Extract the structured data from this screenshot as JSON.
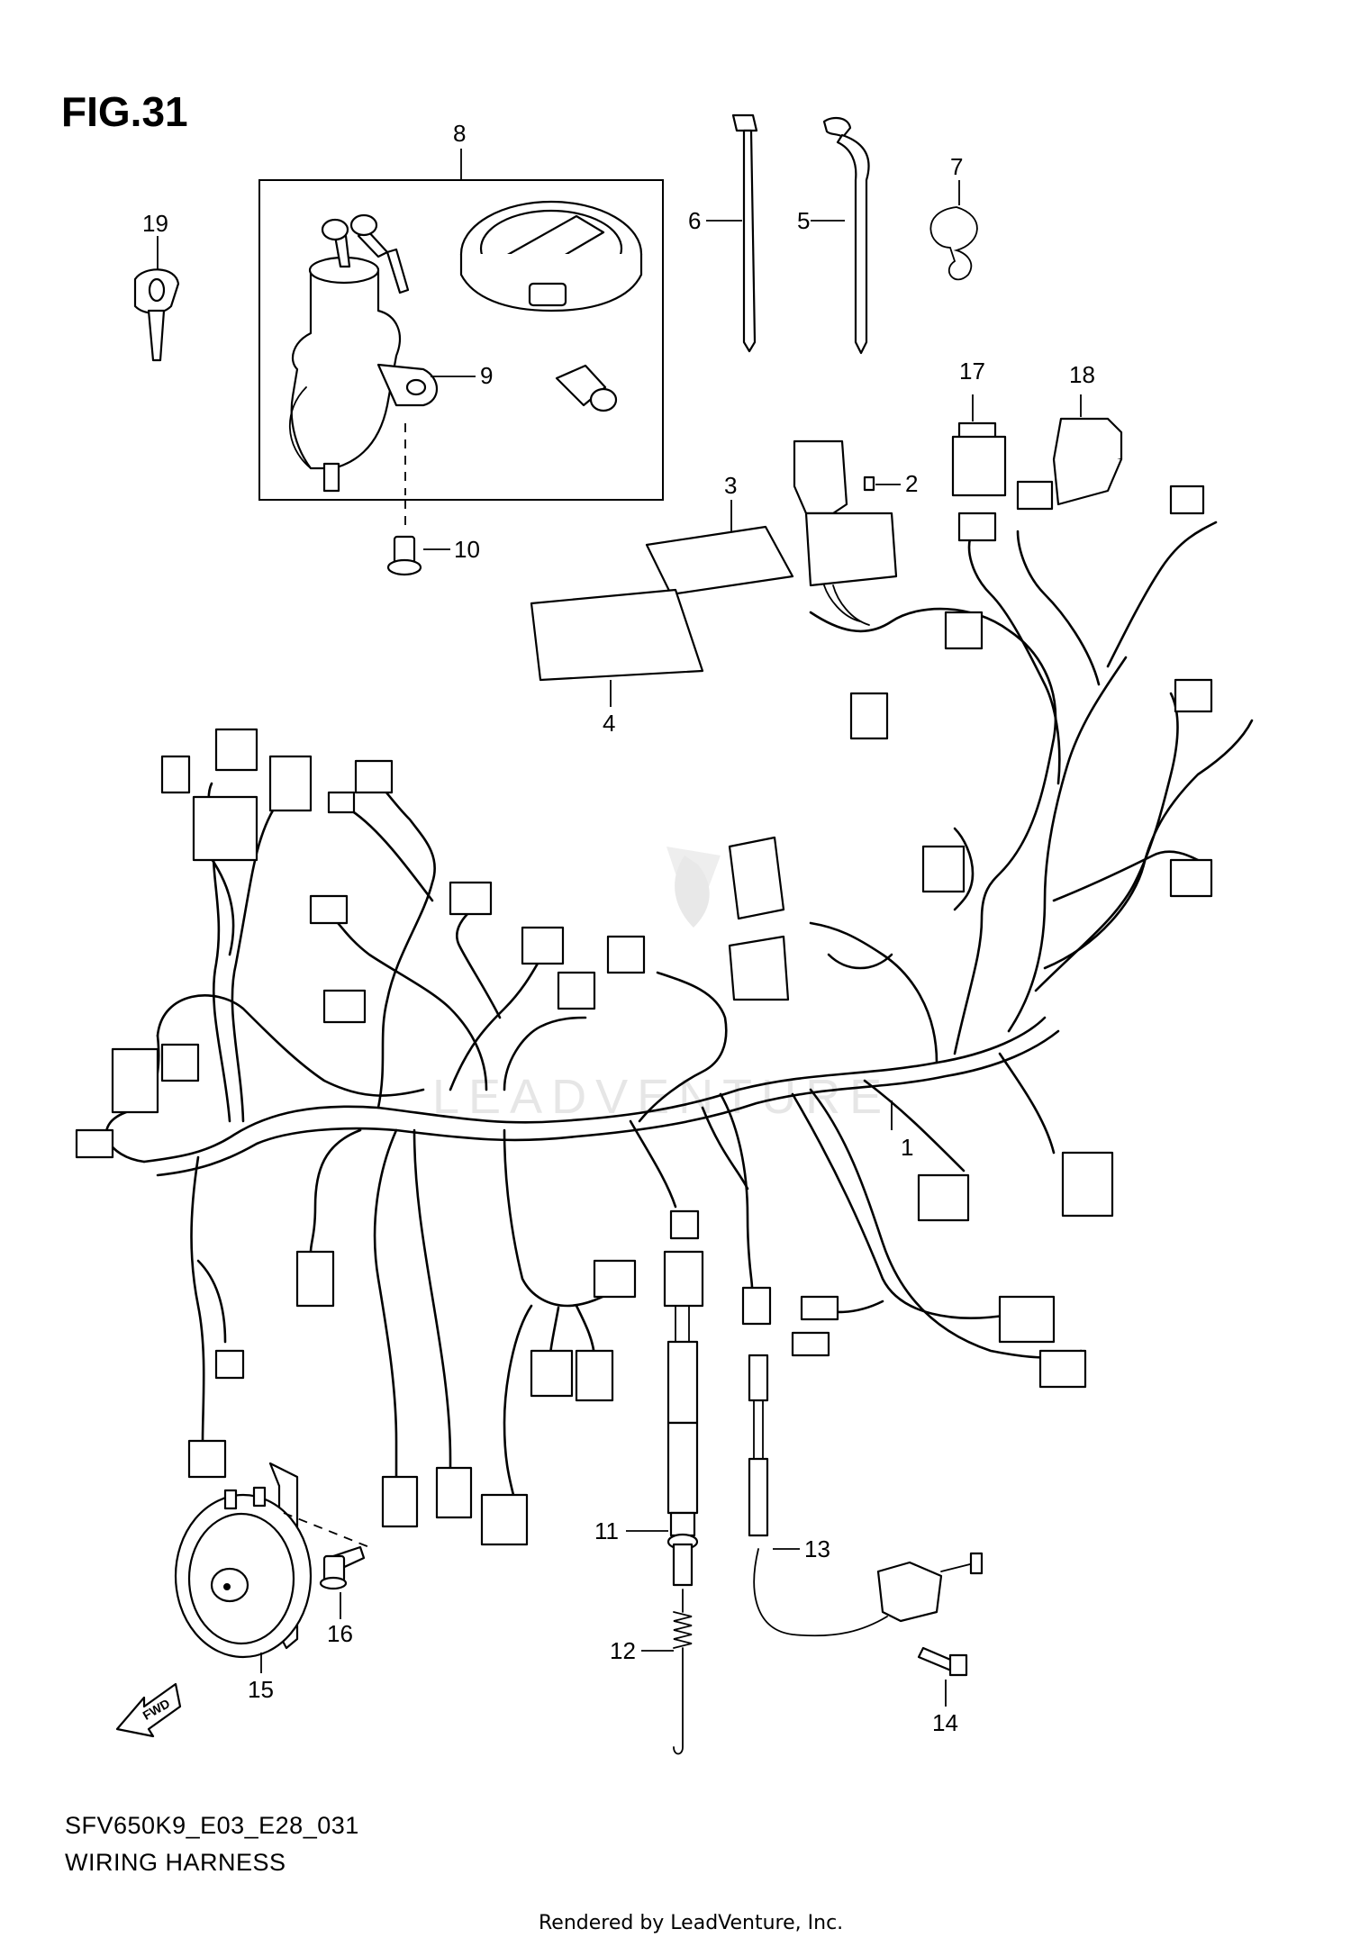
{
  "figure": {
    "title": "FIG.31",
    "code": "SFV650K9_E03_E28_031",
    "name": "WIRING HARNESS",
    "rendered_by": "Rendered by LeadVenture, Inc.",
    "watermark": "LEADVENTURE"
  },
  "callouts": [
    {
      "id": "1",
      "label": "1"
    },
    {
      "id": "2",
      "label": "2"
    },
    {
      "id": "3",
      "label": "3"
    },
    {
      "id": "4",
      "label": "4"
    },
    {
      "id": "5",
      "label": "5"
    },
    {
      "id": "6",
      "label": "6"
    },
    {
      "id": "7",
      "label": "7"
    },
    {
      "id": "8",
      "label": "8"
    },
    {
      "id": "9",
      "label": "9"
    },
    {
      "id": "10",
      "label": "10"
    },
    {
      "id": "11",
      "label": "11"
    },
    {
      "id": "12",
      "label": "12"
    },
    {
      "id": "13",
      "label": "13"
    },
    {
      "id": "14",
      "label": "14"
    },
    {
      "id": "15",
      "label": "15"
    },
    {
      "id": "16",
      "label": "16"
    },
    {
      "id": "17",
      "label": "17"
    },
    {
      "id": "18",
      "label": "18"
    },
    {
      "id": "19",
      "label": "19"
    }
  ],
  "fwd_badge": "FWD"
}
